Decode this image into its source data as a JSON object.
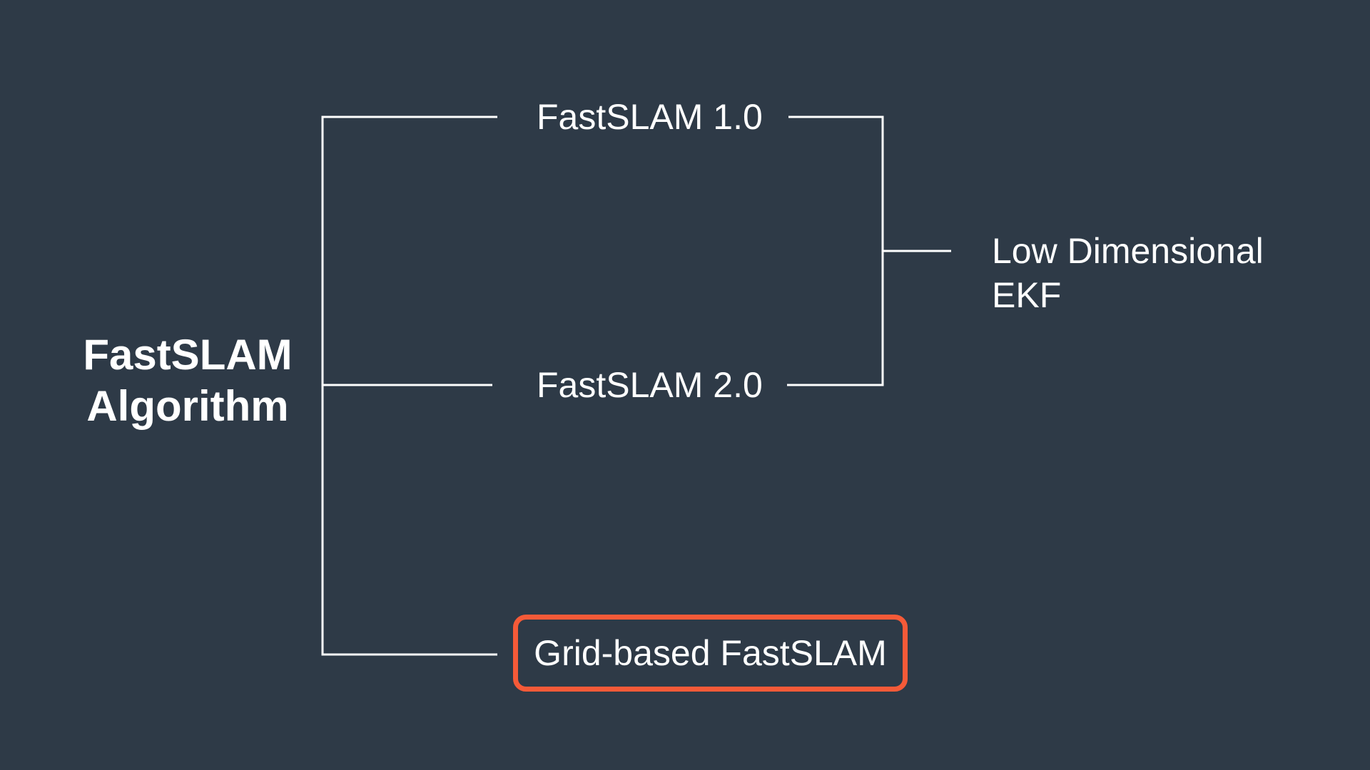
{
  "colors": {
    "background": "#2E3A47",
    "connector": "#FFFFFF",
    "text": "#FFFFFF",
    "highlight_border": "#F65A38"
  },
  "diagram": {
    "root": {
      "label": "FastSLAM Algorithm"
    },
    "variants": [
      {
        "label": "FastSLAM 1.0",
        "highlighted": false
      },
      {
        "label": "FastSLAM 2.0",
        "highlighted": false
      },
      {
        "label": "Grid-based FastSLAM",
        "highlighted": true
      }
    ],
    "outcome": {
      "label": "Low Dimensional EKF"
    }
  }
}
